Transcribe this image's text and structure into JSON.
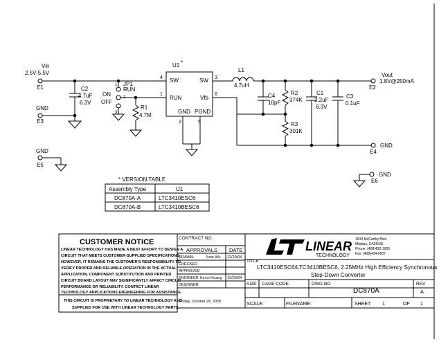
{
  "schematic": {
    "vin": {
      "name": "Vin",
      "range": "2.5V-5.5V",
      "pin": "E1"
    },
    "gnd_left": {
      "name": "GND",
      "pin": "E3"
    },
    "gnd_left2": {
      "name": "GND",
      "pin": "E5"
    },
    "vout": {
      "name": "Vout",
      "value": "1.8V@250mA",
      "pin": "E2"
    },
    "gnd_right": {
      "name": "GND",
      "pin": "E4"
    },
    "gnd_right2": {
      "name": "GND",
      "pin": "E6"
    },
    "u1": {
      "ref": "U1",
      "asterisk": "*",
      "pin_sw": "SW",
      "pin_run": "RUN",
      "pin_vfb": "Vfb",
      "pin_gnd": "GND",
      "pin_pgnd": "PGND",
      "n4": "4",
      "n1": "1",
      "n3": "3",
      "n6": "6",
      "n2": "2",
      "n5": "5"
    },
    "jp1": {
      "ref": "JP1",
      "label": "RUN",
      "on": "ON",
      "off": "OFF",
      "n1": "1",
      "n2": "2",
      "n3": "3"
    },
    "c2": {
      "ref": "C2",
      "value": "4.7uF",
      "voltage": "6.3V"
    },
    "r1": {
      "ref": "R1",
      "value": "4.7M"
    },
    "l1": {
      "ref": "L1",
      "value": "4.7uH"
    },
    "c4": {
      "ref": "C4",
      "value": "10pF"
    },
    "r2": {
      "ref": "R2",
      "value": "374K"
    },
    "r3": {
      "ref": "R3",
      "value": "301K"
    },
    "c1": {
      "ref": "C1",
      "value": "2.2uF",
      "voltage": "6.3V"
    },
    "c3": {
      "ref": "C3",
      "value": "0.1uF"
    }
  },
  "version_table": {
    "title": "* VERSION TABLE",
    "headers": [
      "Assembly Type",
      "U1"
    ],
    "rows": [
      [
        "DC870A-A",
        "LTC3410ESC6"
      ],
      [
        "DC870A-B",
        "LTC3410BESC6"
      ]
    ]
  },
  "notice": {
    "title": "CUSTOMER NOTICE",
    "lines": [
      "LINEAR TECHNOLOGY HAS MADE A BEST EFFORT TO DESIGN A",
      "CIRCUIT THAT MEETS CUSTOMER-SUPPLIED SPECIFICATIONS;",
      "HOWEVER, IT REMAINS THE CUSTOMER'S RESPONSIBILITY TO",
      "VERIFY PROPER AND RELIABLE OPERATION IN THE ACTUAL",
      "APPLICATION.  COMPONENT SUBSTITUTION AND PRINTED",
      "CIRCUIT BOARD LAYOUT MAY SIGNIFICANTLY AFFECT CIRCUIT",
      "PERFORMANCE OR RELIABILITY.  CONTACT LINEAR",
      "TECHNOLOGY APPLICATIONS ENGINEERING FOR ASSISTANCE."
    ],
    "footer": [
      "THIS CIRCUIT IS PROPRIETARY TO LINEAR TECHNOLOGY AND",
      "SUPPLIED FOR USE WITH LINEAR TECHNOLOGY PARTS."
    ]
  },
  "title_block": {
    "contract": "CONTRACT NO.",
    "approvals": "APPROVALS",
    "date": "DATE",
    "drawn": "DRAWN:",
    "drawn_name": "June Wu",
    "drawn_date": "12/29/04",
    "checked": "CHECKED",
    "approved": "APPROVED",
    "engineer": "ENGINEER",
    "engineer_name": "Kevin Huang",
    "engineer_date": "12/29/04",
    "designer": "DESIGNER",
    "print_date": "Friday, October 28, 2005",
    "logo_top": "LINEAR",
    "logo_bottom": "TECHNOLOGY",
    "address": [
      "1630 McCarthy Blvd.",
      "Milpitas, CA95035",
      "Phone: (408)432-1900",
      "Fax: (408)434-0507"
    ],
    "title_label": "TITLE",
    "title_line1": "LTC3410ESC6/LTC3410BESC6, 2.25MHz High Efficiency Synchronous",
    "title_line2": "Step-Down Converter",
    "size": "SIZE",
    "cage": "CAGE CODE",
    "dwg": "DWG NO",
    "dwg_value": "DC870A",
    "rev": "REV",
    "rev_value": "A",
    "scale": "SCALE:",
    "filename": "FILENAME:",
    "sheet": "SHEET",
    "sheet_value": "1",
    "of": "OF",
    "of_value": "1"
  }
}
